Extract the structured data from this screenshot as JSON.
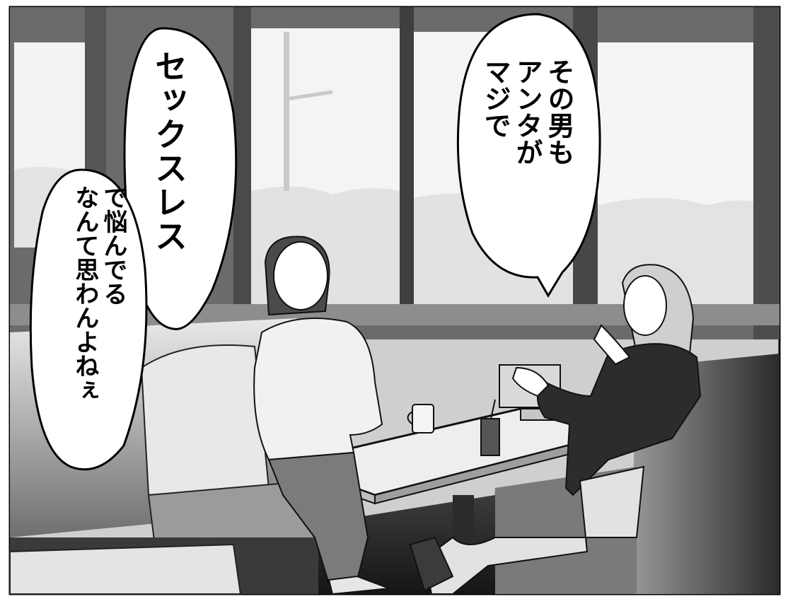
{
  "panel": {
    "speech_right": {
      "lines": [
        "その男も",
        "アンタが",
        "マジで"
      ]
    },
    "speech_large": {
      "text": "セックスレス"
    },
    "speech_left": {
      "lines": [
        "で悩んでる",
        "なんて思わんよねぇ"
      ]
    }
  },
  "colors": {
    "ink": "#000000",
    "paper": "#ffffff",
    "window_glass": "#f1f1f1",
    "frame_gray": "#5a5a5a"
  }
}
